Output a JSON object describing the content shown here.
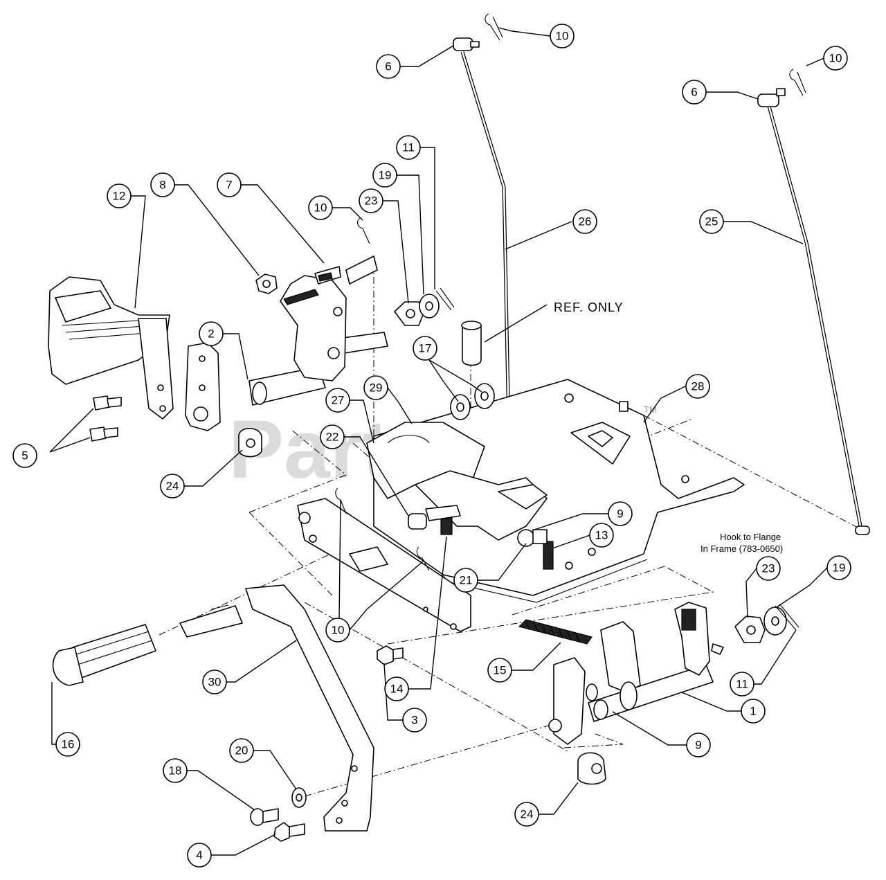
{
  "watermark": "PartsTree",
  "watermark_tm": "TM",
  "notes": {
    "ref_only": "REF. ONLY",
    "hook_line1": "Hook to Flange",
    "hook_line2": "In Frame (783-0650)"
  },
  "callouts": [
    {
      "label": "10"
    },
    {
      "label": "6"
    },
    {
      "label": "10"
    },
    {
      "label": "6"
    },
    {
      "label": "11"
    },
    {
      "label": "19"
    },
    {
      "label": "23"
    },
    {
      "label": "10"
    },
    {
      "label": "8"
    },
    {
      "label": "7"
    },
    {
      "label": "12"
    },
    {
      "label": "26"
    },
    {
      "label": "25"
    },
    {
      "label": "2"
    },
    {
      "label": "17"
    },
    {
      "label": "29"
    },
    {
      "label": "27"
    },
    {
      "label": "28"
    },
    {
      "label": "22"
    },
    {
      "label": "5"
    },
    {
      "label": "24"
    },
    {
      "label": "9"
    },
    {
      "label": "13"
    },
    {
      "label": "21"
    },
    {
      "label": "10"
    },
    {
      "label": "23"
    },
    {
      "label": "19"
    },
    {
      "label": "15"
    },
    {
      "label": "14"
    },
    {
      "label": "11"
    },
    {
      "label": "30"
    },
    {
      "label": "3"
    },
    {
      "label": "1"
    },
    {
      "label": "16"
    },
    {
      "label": "9"
    },
    {
      "label": "20"
    },
    {
      "label": "18"
    },
    {
      "label": "24"
    },
    {
      "label": "4"
    }
  ]
}
